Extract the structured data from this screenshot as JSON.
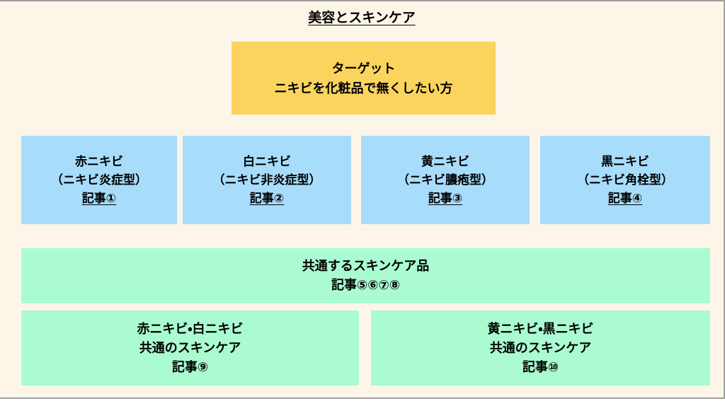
{
  "page": {
    "title": "美容とスキンケア",
    "colors": {
      "background": "#FDF6E8",
      "target": "#FBD45E",
      "article": "#A8DCFB",
      "common": "#AAFBD1",
      "border": "#9E9E9E",
      "text": "#000000"
    }
  },
  "target": {
    "line1": "ターゲット",
    "line2": "ニキビを化粧品で無くしたい方"
  },
  "articles": [
    {
      "name": "赤ニキビ",
      "subtitle": "（ニキビ炎症型）",
      "article": "記事①"
    },
    {
      "name": "白ニキビ",
      "subtitle": "（ニキビ非炎症型）",
      "article": "記事②"
    },
    {
      "name": "黄ニキビ",
      "subtitle": "（ニキビ膿疱型）",
      "article": "記事③"
    },
    {
      "name": "黒ニキビ",
      "subtitle": "（ニキビ角栓型）",
      "article": "記事④"
    }
  ],
  "common_products": {
    "line1": "共通するスキンケア品",
    "line2": "記事⑤⑥⑦⑧"
  },
  "common_care": [
    {
      "line1": "赤ニキビ・白ニキビ",
      "line2": "共通のスキンケア",
      "line3": "記事⑨"
    },
    {
      "line1": "黄ニキビ・黒ニキビ",
      "line2": "共通のスキンケア",
      "line3": "記事⑩"
    }
  ]
}
